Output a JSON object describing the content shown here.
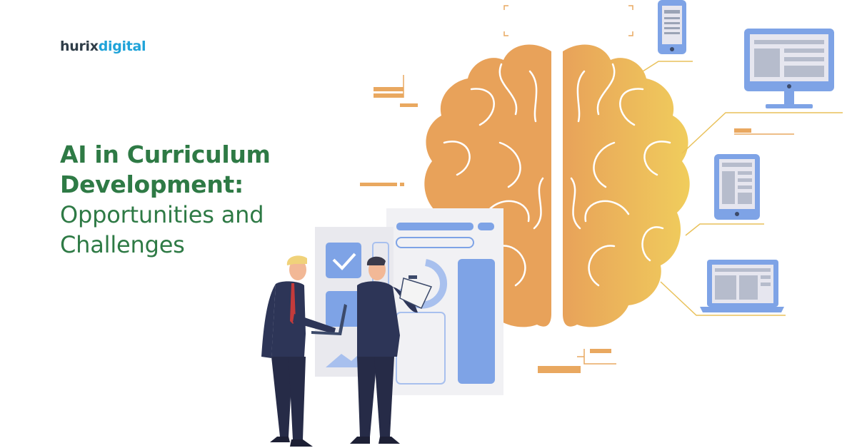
{
  "brand": {
    "part1": "hurix",
    "part2": "digital"
  },
  "headline": {
    "line1": "AI in Curriculum",
    "line2": "Development:",
    "line3": "Opportunities and",
    "line4": "Challenges"
  },
  "colors": {
    "title_green": "#2e7a45",
    "brand_dark": "#2f3d48",
    "brand_blue": "#1fa3d9",
    "brain_orange": "#e8a25a",
    "brain_yellow": "#f0c85a",
    "device_blue": "#7ea3e6"
  },
  "icons": [
    "brain-icon",
    "phone-icon",
    "monitor-icon",
    "tablet-icon",
    "laptop-icon",
    "checkmark-icon",
    "businessman-figure",
    "laptop-held-icon",
    "clipboard-icon"
  ]
}
